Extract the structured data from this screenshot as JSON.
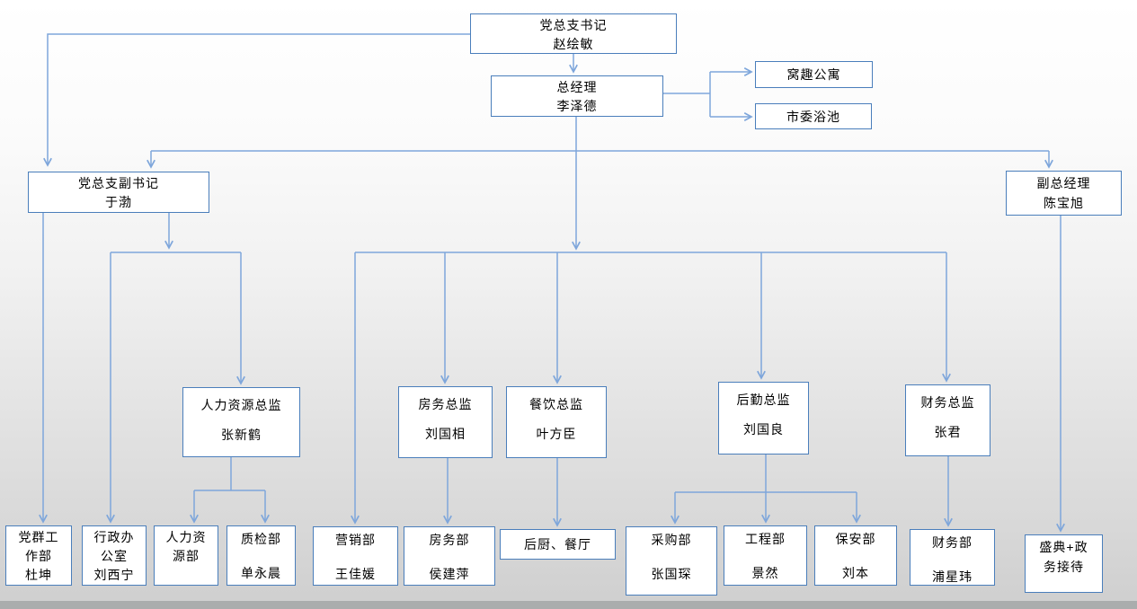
{
  "diagram": {
    "type": "org-chart",
    "colors": {
      "box_border": "#4a7ebb",
      "connector": "#7ea6db",
      "box_fill": "#ffffff",
      "text": "#000000",
      "background_top": "#ffffff",
      "background_bottom": "#cfcfcf",
      "bottom_strip": "#aaadad"
    },
    "nodes": {
      "secretary": {
        "title": "党总支书记",
        "name": "赵绘敏"
      },
      "general_manager": {
        "title": "总经理",
        "name": "李泽德"
      },
      "woqu_apartment": {
        "title": "窝趣公寓"
      },
      "shiwei_bath": {
        "title": "市委浴池"
      },
      "deputy_secretary": {
        "title": "党总支副书记",
        "name": "于渤"
      },
      "deputy_gm": {
        "title": "副总经理",
        "name": "陈宝旭"
      },
      "hr_director": {
        "title": "人力资源总监",
        "name": "张新鹤"
      },
      "housekeeping_director": {
        "title": "房务总监",
        "name": "刘国相"
      },
      "catering_director": {
        "title": "餐饮总监",
        "name": "叶方臣"
      },
      "logistics_director": {
        "title": "后勤总监",
        "name": "刘国良"
      },
      "finance_director": {
        "title": "财务总监",
        "name": "张君"
      },
      "party_masses_dept": {
        "lines": [
          "党群工",
          "作部",
          "杜坤"
        ]
      },
      "admin_office": {
        "lines": [
          "行政办",
          "公室",
          "刘西宁"
        ]
      },
      "hr_dept": {
        "lines": [
          "人力资",
          "源部"
        ]
      },
      "qc_dept": {
        "title": "质检部",
        "name": "单永晨"
      },
      "marketing_dept": {
        "title": "营销部",
        "name": "王佳媛"
      },
      "housekeeping_dept": {
        "title": "房务部",
        "name": "侯建萍"
      },
      "kitchen_dining": {
        "title": "后厨、餐厅"
      },
      "purchasing_dept": {
        "title": "采购部",
        "name": "张国琛"
      },
      "engineering_dept": {
        "title": "工程部",
        "name": "景然"
      },
      "security_dept": {
        "title": "保安部",
        "name": "刘本"
      },
      "finance_dept": {
        "title": "财务部",
        "name": "浦星玮"
      },
      "ceremony_reception": {
        "lines": [
          "盛典+政",
          "务接待"
        ]
      }
    }
  }
}
